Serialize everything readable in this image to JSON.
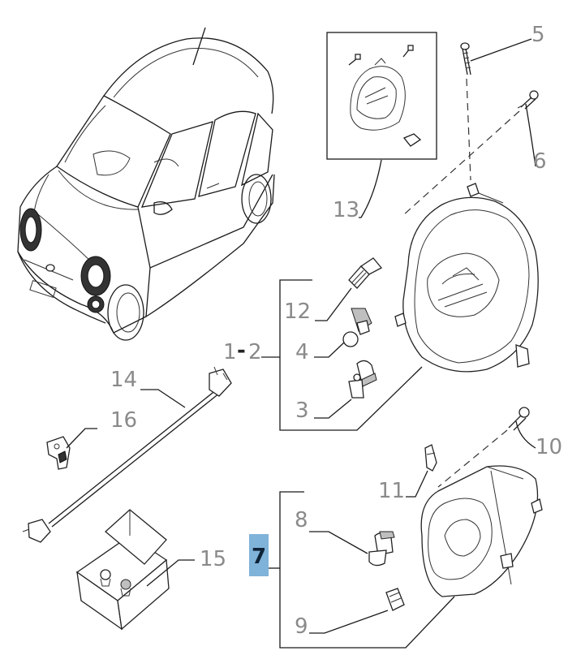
{
  "labels": {
    "n1": "1",
    "n2": "2",
    "n3": "3",
    "n4": "4",
    "n5": "5",
    "n6": "6",
    "n7": "7",
    "n8": "8",
    "n9": "9",
    "n10": "10",
    "n11": "11",
    "n12": "12",
    "n13": "13",
    "n14": "14",
    "n15": "15",
    "n16": "16",
    "separator": "-"
  },
  "colors": {
    "highlight": "#7fb3d9",
    "highlight_text": "#0e2236",
    "number_text": "#8a8a8a",
    "line": "#1a1a1a"
  }
}
